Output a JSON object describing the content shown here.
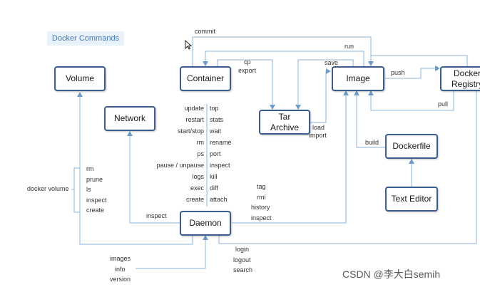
{
  "title": "Docker Commands",
  "nodes": {
    "volume": "Volume",
    "container": "Container",
    "tar_archive": "Tar\nArchive",
    "image": "Image",
    "docker_registry": "Docker\nRegistry",
    "network": "Network",
    "dockerfile": "Dockerfile",
    "text_editor": "Text Editor",
    "daemon": "Daemon"
  },
  "edge_labels": {
    "commit": "commit",
    "run": "run",
    "cp": "cp",
    "export": "export",
    "save": "save",
    "push": "push",
    "pull": "pull",
    "load": "load",
    "import": "import",
    "build": "build",
    "inspect": "inspect",
    "docker_volume": "docker volume"
  },
  "container_cmds_left": [
    "update",
    "restart",
    "start/stop",
    "rm",
    "ps",
    "pause / unpause",
    "logs",
    "exec",
    "create"
  ],
  "container_cmds_right": [
    "top",
    "stats",
    "wait",
    "rename",
    "port",
    "inspect",
    "kill",
    "diff",
    "attach"
  ],
  "volume_cmds": [
    "rm",
    "prune",
    "ls",
    "inspect",
    "create"
  ],
  "image_cmds": [
    "tag",
    "rmi",
    "history",
    "inspect"
  ],
  "daemon_cmds_left": [
    "images",
    "info",
    "version"
  ],
  "daemon_cmds_right": [
    "login",
    "logout",
    "search"
  ],
  "watermark": "CSDN @李大白semih",
  "colors": {
    "box_border": "#3a5f8f",
    "line": "#8fb4d8",
    "title_bg": "#e8f2fb"
  }
}
